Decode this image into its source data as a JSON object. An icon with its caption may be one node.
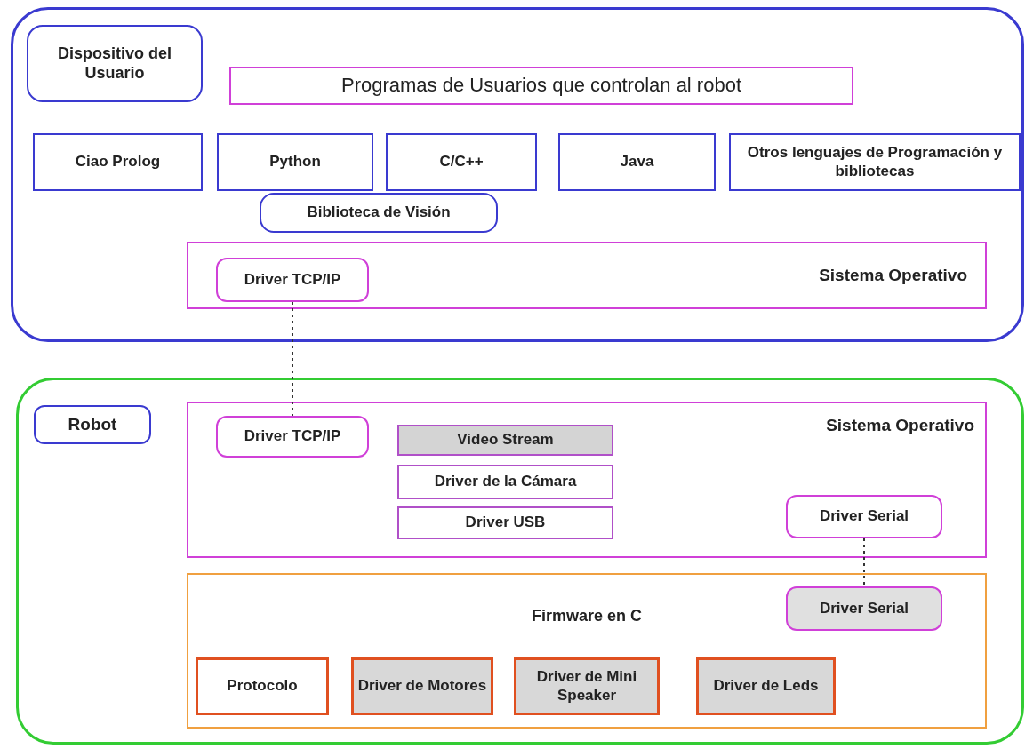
{
  "diagram": {
    "nodes": [
      {
        "text": [],
        "shape": "box"
      },
      {
        "text": [
          "Dispositivo del Usuario"
        ],
        "in": 0
      },
      {
        "text": [
          "Programas  de Usuarios que controlan al robot"
        ],
        "in": 0
      },
      {
        "text": [
          "Ciao Prolog"
        ],
        "in": 0
      },
      {
        "text": [
          "Python"
        ],
        "in": 0
      },
      {
        "text": [
          "C/C++"
        ],
        "in": 0
      },
      {
        "text": [
          "Java"
        ],
        "in": 0
      },
      {
        "text": [
          "Otros lenguajes de Programación y bibliotecas"
        ],
        "in": 0
      },
      {
        "text": [
          "Biblioteca de Visión"
        ],
        "in": 0
      },
      {
        "text": [
          "Sistema Operativo"
        ],
        "in": 0
      },
      {
        "text": [
          "Driver TCP/IP"
        ],
        "in": 9
      },
      {
        "text": [],
        "shape": "box"
      },
      {
        "text": [
          "Robot"
        ],
        "in": 11
      },
      {
        "text": [
          "Sistema Operativo"
        ],
        "in": 11
      },
      {
        "text": [
          "Driver TCP/IP"
        ],
        "in": 13
      },
      {
        "text": [
          "Video Stream"
        ],
        "in": 13
      },
      {
        "text": [
          "Driver de la Cámara"
        ],
        "in": 13
      },
      {
        "text": [
          "Driver USB"
        ],
        "in": 13
      },
      {
        "text": [
          "Driver Serial"
        ],
        "in": 13
      },
      {
        "text": [
          "Firmware en C"
        ],
        "in": 11
      },
      {
        "text": [
          "Driver Serial"
        ],
        "in": 19
      },
      {
        "text": [
          "Protocolo"
        ],
        "in": 19
      },
      {
        "text": [
          "Driver de Motores"
        ],
        "in": 19
      },
      {
        "text": [
          "Driver de Mini Speaker"
        ],
        "in": 19
      },
      {
        "text": [
          "Driver de Leds"
        ],
        "in": 19
      }
    ],
    "edges": [
      {
        "from": 10,
        "to": 14,
        "arrow": "none",
        "style": "dashed"
      },
      {
        "from": 18,
        "to": 20,
        "arrow": "none",
        "style": "dashed"
      }
    ]
  }
}
